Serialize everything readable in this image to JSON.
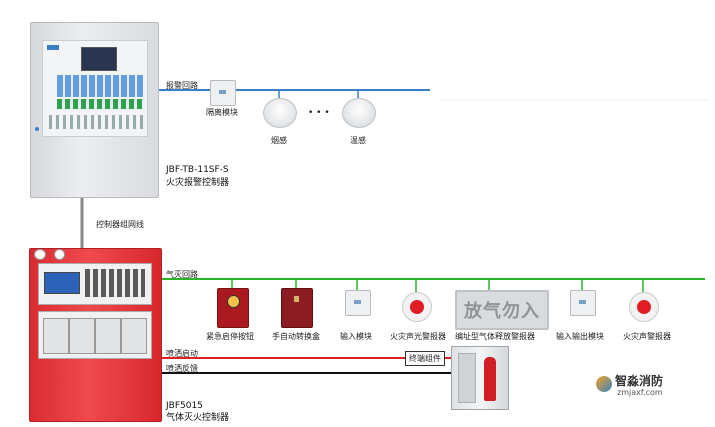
{
  "top_controller": {
    "model": "JBF-TB-11SF-S",
    "name": "火灾报警控制器"
  },
  "bottom_controller": {
    "model": "JBF5015",
    "name": "气体灭火控制器"
  },
  "lines": {
    "alarm_loop": "报警回路",
    "network": "控制器组网线",
    "gas_loop": "气灭回路",
    "spray_start": "喷洒启动",
    "spray_feedback": "喷洒反馈"
  },
  "top_devices": {
    "isolation_module": "隔离模块",
    "smoke_detector": "烟感",
    "ellipsis": "• • •",
    "heat_detector": "温感"
  },
  "gas_devices": {
    "emergency_button": "紧急启停按钮",
    "manual_auto_switch": "手自动转换盒",
    "input_module": "输入模块",
    "sound_light_alarm": "火灾声光警报器",
    "release_indicator": "编址型气体释放警报器",
    "release_sign_text": "放气勿入",
    "io_module": "输入输出模块",
    "sound_alarm": "火灾声警报器"
  },
  "cabinet": {
    "terminal_label": "终端组件"
  },
  "watermark": {
    "brand": "智淼消防",
    "url": "zmjaxf.com"
  },
  "colors": {
    "alarm_loop": "#3a7fc4",
    "gas_loop": "#2bb52b",
    "spray_start": "#e02020",
    "spray_feedback": "#111111",
    "network": "#777777",
    "red_panel": "#e8353a"
  }
}
